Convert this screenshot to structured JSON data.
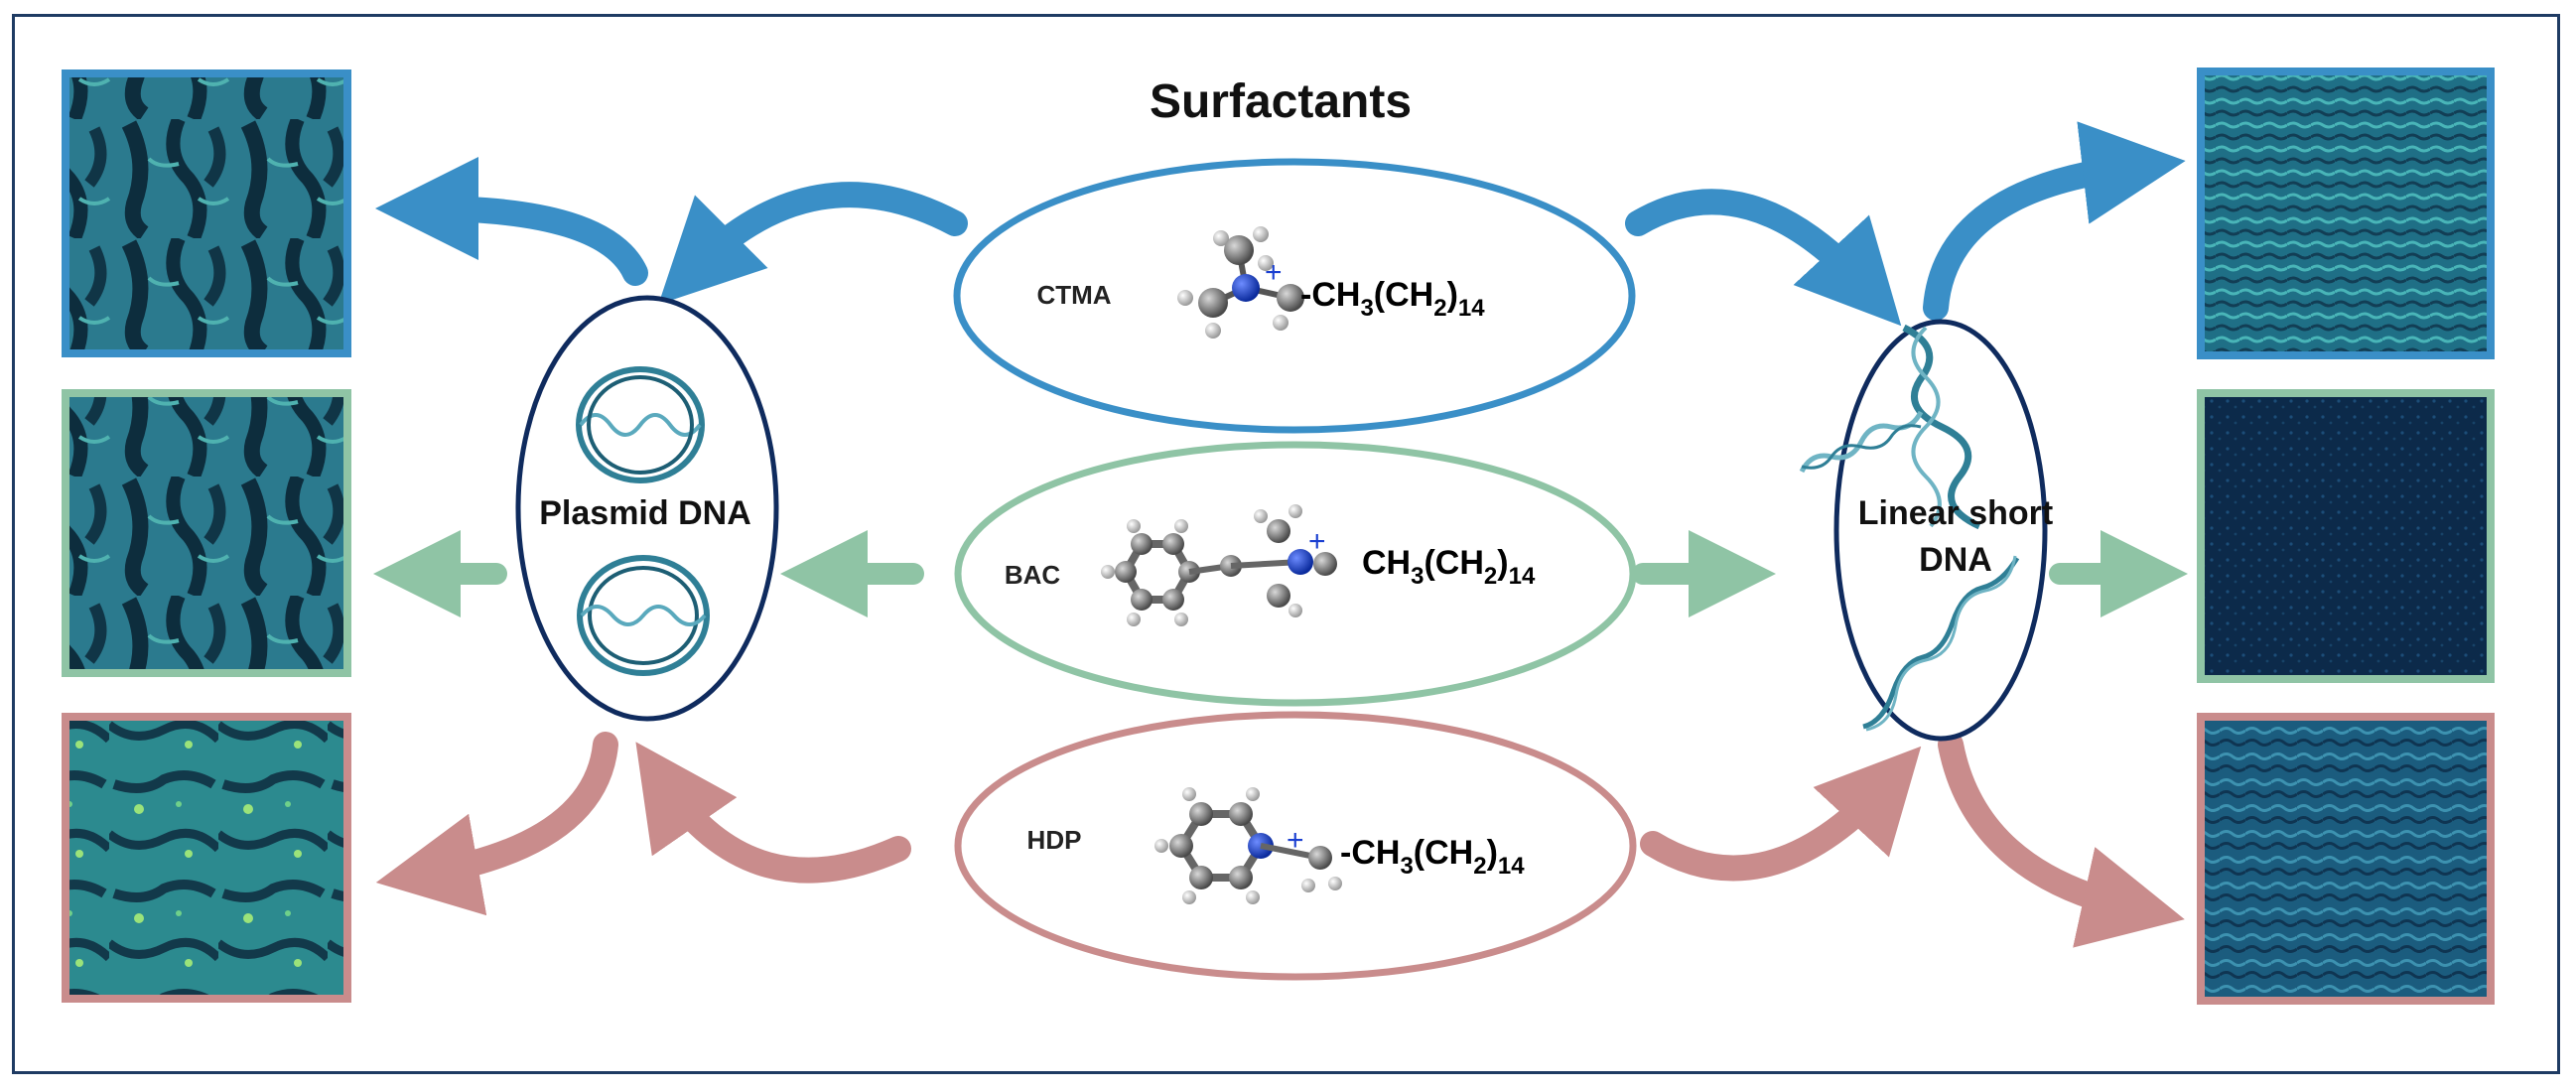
{
  "title": "Surfactants",
  "surfactants": [
    {
      "name": "CTMA",
      "formula_main": "-CH",
      "sub1": "3",
      "mid": "(CH",
      "sub2": "2",
      "close": ")",
      "sub3": "14",
      "color": "#3a8fc7"
    },
    {
      "name": "BAC",
      "formula_main": "CH",
      "sub1": "3",
      "mid": "(CH",
      "sub2": "2",
      "close": ")",
      "sub3": "14",
      "color": "#8fc4a5"
    },
    {
      "name": "HDP",
      "formula_main": "-CH",
      "sub1": "3",
      "mid": "(CH",
      "sub2": "2",
      "close": ")",
      "sub3": "14",
      "color": "#c98c8c"
    }
  ],
  "dna_left": {
    "label": "Plasmid DNA"
  },
  "dna_right": {
    "label_line1": "Linear short",
    "label_line2": "DNA"
  },
  "charge_symbol": "+",
  "colors": {
    "ctma": "#3a8fc7",
    "bac": "#8fc4a5",
    "hdp": "#c98c8c",
    "ellipse_dna": "#0f2b5e",
    "dna_strand": "#2f7f96"
  }
}
